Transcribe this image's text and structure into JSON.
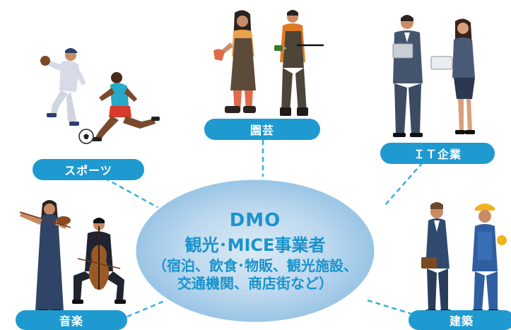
{
  "center": {
    "title": "DMO",
    "subtitle": "観光･MICE事業者",
    "line1": "（宿泊、飲食･物販、観光施設、",
    "line2": "交通機関、商店街など）"
  },
  "categories": {
    "sports": "スポーツ",
    "gardening": "園芸",
    "it": "ＩＴ企業",
    "music": "音楽",
    "construction": "建築"
  },
  "colors": {
    "accent": "#1e9ad0",
    "ellipse_fill": "#a9cdea",
    "ellipse_edge": "#ffffff",
    "text": "#1a93cc",
    "connector": "#3aaed8"
  },
  "icons": {
    "sports": [
      "baseball-pitcher-icon",
      "soccer-player-icon",
      "soccer-ball-icon"
    ],
    "gardening": [
      "gardener-woman-icon",
      "gardener-man-icon"
    ],
    "it": [
      "businessman-laptop-icon",
      "businesswoman-phone-icon"
    ],
    "music": [
      "violinist-icon",
      "cellist-icon"
    ],
    "construction": [
      "businessman-briefcase-icon",
      "construction-worker-icon"
    ]
  }
}
